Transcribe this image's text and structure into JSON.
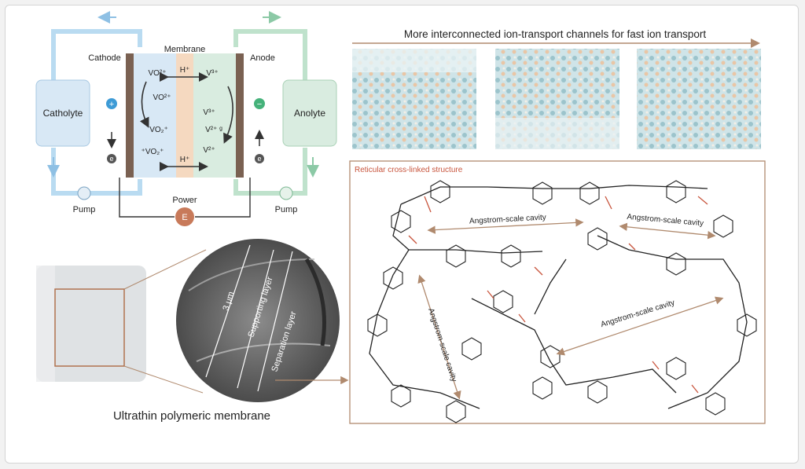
{
  "battery": {
    "cathode": "Cathode",
    "membrane": "Membrane",
    "anode": "Anode",
    "catholyte": "Catholyte",
    "anolyte": "Anolyte",
    "pump_left": "Pump",
    "pump_right": "Pump",
    "power": "Power",
    "power_symbol": "E",
    "electron_symbol": "e",
    "plus_sign": "+",
    "minus_sign": "−",
    "proton_top": "H⁺",
    "proton_bottom": "H⁺",
    "species_left": [
      "VO²⁺",
      "VO²⁺",
      "VO₂⁺",
      "⁺VO₂⁺"
    ],
    "species_right": [
      "V³⁺",
      "V³⁺",
      "V²⁺ ᵍ",
      "V²⁺"
    ]
  },
  "channels": {
    "title": "More interconnected ion-transport channels for fast ion transport"
  },
  "membrane_view": {
    "caption": "Ultrathin polymeric membrane",
    "thickness": "3 μm",
    "supporting_layer": "Supporting layer",
    "separation_layer": "Separation layer"
  },
  "structure": {
    "title": "Reticular cross-linked structure",
    "cavities": [
      "Angstrom-scale cavity",
      "Angstrom-scale cavity",
      "Angstrom-scale cavity",
      "Angstrom-scale cavity"
    ]
  },
  "colors": {
    "catholyte_blue": "#d8e8f5",
    "anolyte_green": "#d9ece0",
    "membrane_orange": "#f5d9c0",
    "bond_red": "#c8553d",
    "frame_brown": "#b08a6e"
  }
}
